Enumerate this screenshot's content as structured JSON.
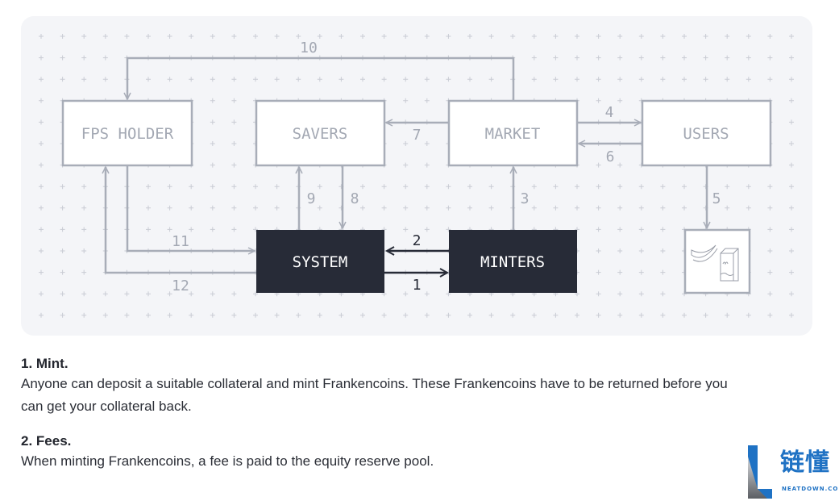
{
  "diagram": {
    "nodes": {
      "fps_holder": "FPS HOLDER",
      "savers": "SAVERS",
      "market": "MARKET",
      "users": "USERS",
      "system": "SYSTEM",
      "minters": "MINTERS"
    },
    "goods_icon": "banana-and-milk-carton-icon",
    "flows": [
      "1",
      "2",
      "3",
      "4",
      "5",
      "6",
      "7",
      "8",
      "9",
      "10",
      "11",
      "12"
    ],
    "colors": {
      "line": "#a8adb8",
      "dark_box": "#272b37",
      "panel": "#f4f5f8"
    }
  },
  "sections": [
    {
      "title": "1. Mint.",
      "body": "Anyone can deposit a suitable collateral and mint Frankencoins. These Frankencoins have to be returned before you can get your collateral back."
    },
    {
      "title": "2. Fees.",
      "body": "When minting Frankencoins, a fee is paid to the equity reserve pool."
    }
  ],
  "watermark": {
    "cn": "链懂",
    "en": "NEATDOWN.COM"
  }
}
